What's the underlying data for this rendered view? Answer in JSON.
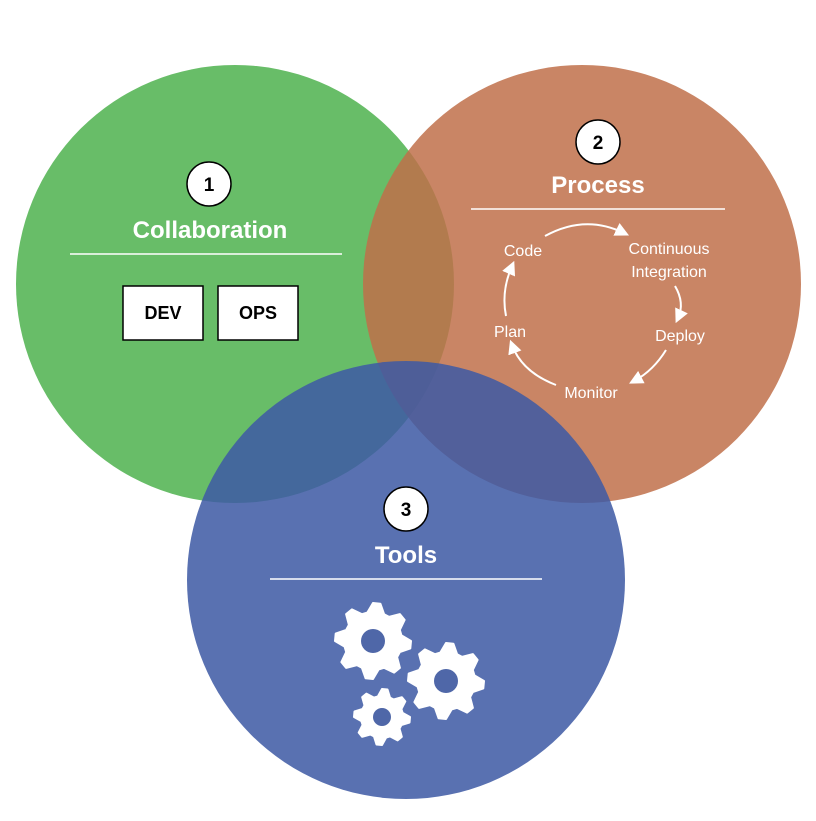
{
  "colors": {
    "collaboration": "#5cb85c",
    "process": "#c0704a",
    "tools": "#3e5aa4"
  },
  "collaboration": {
    "number": "1",
    "title": "Collaboration",
    "boxes": [
      "DEV",
      "OPS"
    ]
  },
  "process": {
    "number": "2",
    "title": "Process",
    "cycle": {
      "code": "Code",
      "ci_line1": "Continuous",
      "ci_line2": "Integration",
      "deploy": "Deploy",
      "monitor": "Monitor",
      "plan": "Plan"
    }
  },
  "tools": {
    "number": "3",
    "title": "Tools",
    "icon": "gears-icon"
  }
}
